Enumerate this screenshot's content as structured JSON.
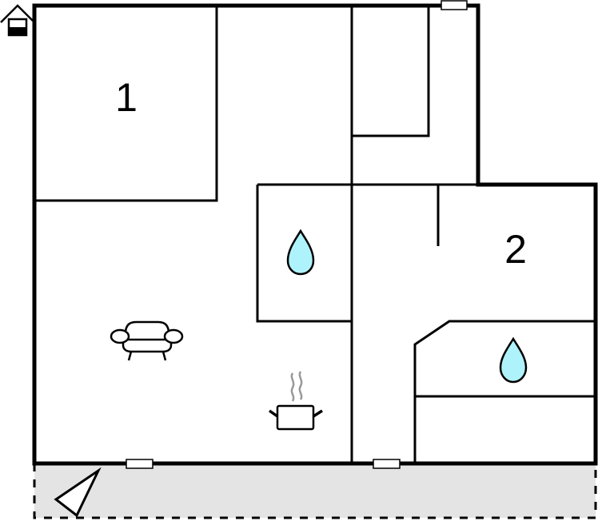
{
  "diagram": {
    "type": "floor-plan",
    "rooms": [
      {
        "id": "room-1",
        "label": "1",
        "type": "bedroom"
      },
      {
        "id": "room-2",
        "label": "2",
        "type": "bedroom"
      },
      {
        "id": "bathroom-1",
        "type": "bathroom",
        "icon": "water-drop-icon"
      },
      {
        "id": "bathroom-2",
        "type": "bathroom",
        "icon": "water-drop-icon"
      },
      {
        "id": "living-area",
        "type": "living-room",
        "icon": "sofa-icon"
      },
      {
        "id": "kitchen",
        "type": "kitchen",
        "icon": "cooking-pot-icon"
      }
    ],
    "icons": {
      "entrance": "house-entrance-icon",
      "terrace": "terrace-triangle-icon",
      "water": "water-drop-icon",
      "sofa": "sofa-icon",
      "kitchen": "cooking-pot-icon"
    },
    "colors": {
      "wall": "#000000",
      "water_fill": "#aef3fb",
      "terrace_fill": "#e4e4e4",
      "steam": "#999999",
      "background": "#ffffff"
    },
    "windows": 3,
    "terrace": {
      "style": "dashed",
      "fill": "#e4e4e4"
    }
  }
}
